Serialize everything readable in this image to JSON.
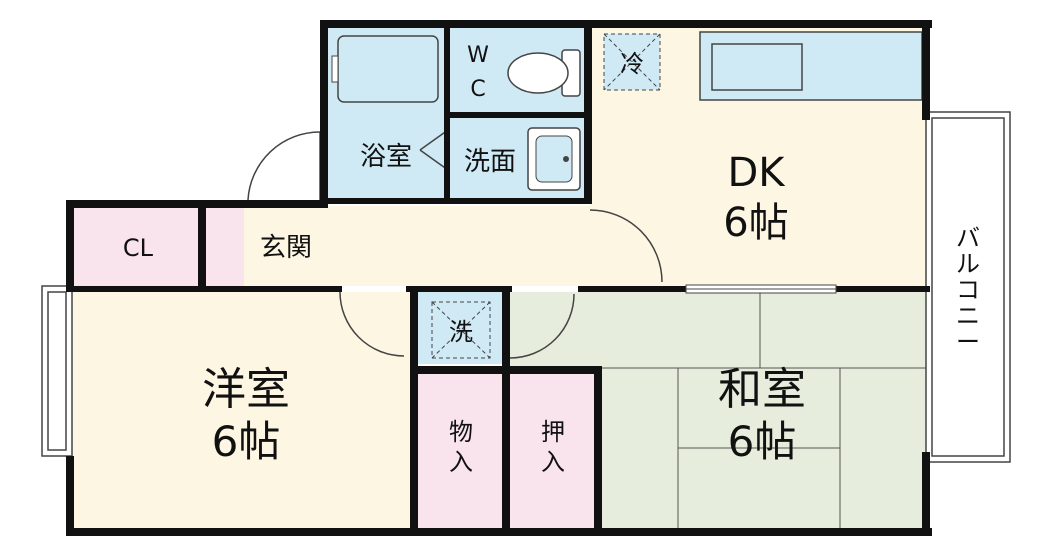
{
  "colors": {
    "wall": "#111111",
    "western_floor": "#fdf6e3",
    "dk_floor": "#fdf6e3",
    "entrance_floor": "#fdf6e3",
    "tatami": "#e6eddc",
    "wet_area": "#cfeaf4",
    "storage": "#f9e3ec",
    "fixture_line": "#444444"
  },
  "rooms": {
    "dk": {
      "name": "DK",
      "size": "6帖"
    },
    "western": {
      "name": "洋室",
      "size": "6帖"
    },
    "japanese": {
      "name": "和室",
      "size": "6帖"
    }
  },
  "labels": {
    "closet": "CL",
    "entrance": "玄関",
    "bath": "浴室",
    "washroom": "洗面",
    "wc_w": "W",
    "wc_c": "C",
    "fridge": "冷",
    "washer": "洗",
    "storage_a_1": "物",
    "storage_a_2": "入",
    "storage_b_1": "押",
    "storage_b_2": "入",
    "balcony": [
      "バ",
      "ル",
      "コ",
      "ニ",
      "ー"
    ]
  }
}
